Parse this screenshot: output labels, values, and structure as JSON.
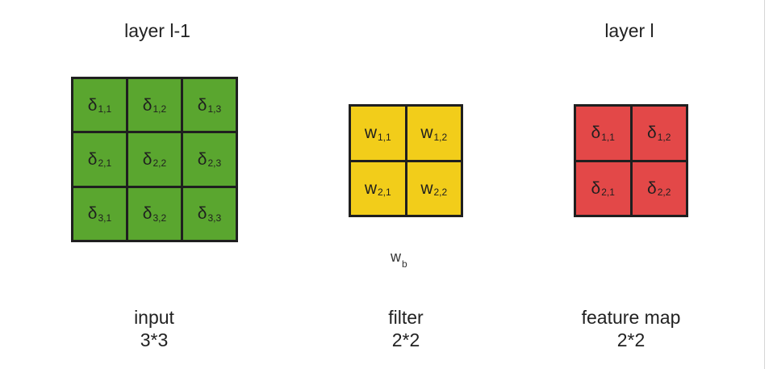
{
  "header": {
    "left_title": "layer l-1",
    "right_title": "layer l"
  },
  "input_grid": {
    "caption": "input",
    "size": "3*3",
    "color": "#5aa62f",
    "cells": [
      {
        "base": "δ",
        "sub": "1,1"
      },
      {
        "base": "δ",
        "sub": "1,2"
      },
      {
        "base": "δ",
        "sub": "1,3"
      },
      {
        "base": "δ",
        "sub": "2,1"
      },
      {
        "base": "δ",
        "sub": "2,2"
      },
      {
        "base": "δ",
        "sub": "2,3"
      },
      {
        "base": "δ",
        "sub": "3,1"
      },
      {
        "base": "δ",
        "sub": "3,2"
      },
      {
        "base": "δ",
        "sub": "3,3"
      }
    ]
  },
  "filter_grid": {
    "caption": "filter",
    "size": "2*2",
    "color": "#f2cd1a",
    "cells": [
      {
        "base": "w",
        "sub": "1,1"
      },
      {
        "base": "w",
        "sub": "1,2"
      },
      {
        "base": "w",
        "sub": "2,1"
      },
      {
        "base": "w",
        "sub": "2,2"
      }
    ],
    "bias": {
      "base": "w",
      "sub": "b"
    }
  },
  "feature_grid": {
    "caption": "feature map",
    "size": "2*2",
    "color": "#e34848",
    "cells": [
      {
        "base": "δ",
        "sub": "1,1"
      },
      {
        "base": "δ",
        "sub": "1,2"
      },
      {
        "base": "δ",
        "sub": "2,1"
      },
      {
        "base": "δ",
        "sub": "2,2"
      }
    ]
  }
}
